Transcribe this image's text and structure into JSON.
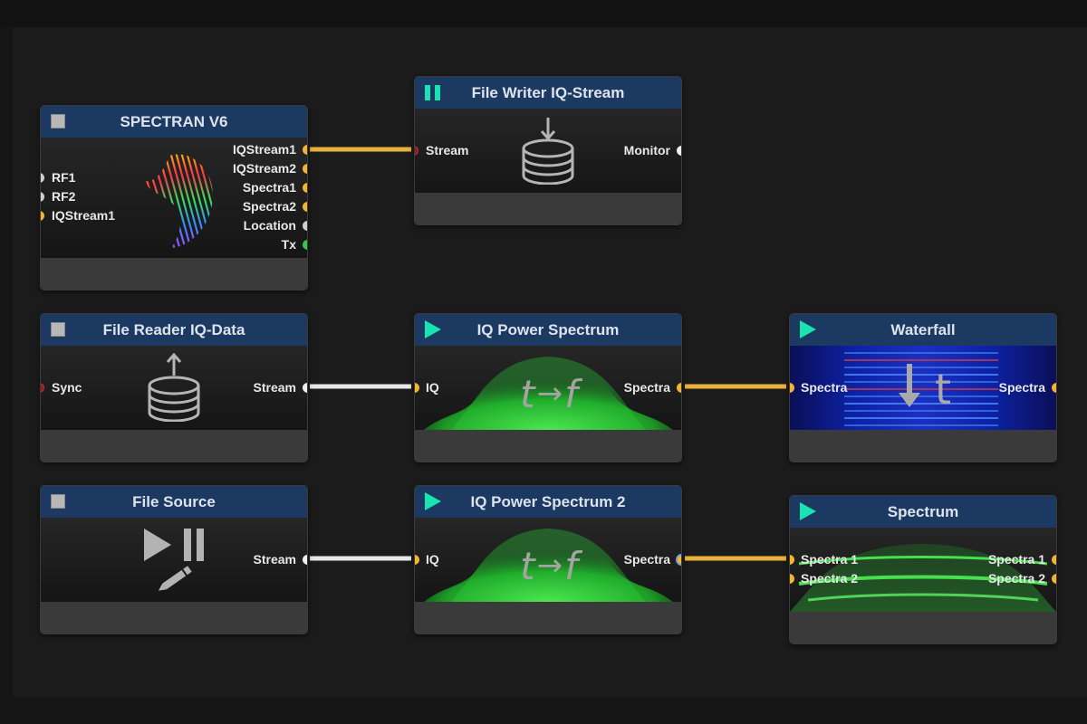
{
  "colors": {
    "header": "#1c3961",
    "play": "#19e3b0",
    "wire_yellow": "#e9b13b",
    "wire_white": "#e8e8e8",
    "port_yellow": "#f2b531",
    "port_green": "#38c648",
    "port_red": "#8c1f1f"
  },
  "nodes": {
    "spectran": {
      "title": "SPECTRAN V6",
      "control": "stop-icon",
      "inputs": [
        "RF1",
        "RF2",
        "IQStream1"
      ],
      "outputs": [
        "IQStream1",
        "IQStream2",
        "Spectra1",
        "Spectra2",
        "Location",
        "Tx"
      ]
    },
    "file_writer": {
      "title": "File Writer IQ-Stream",
      "control": "pause-icon",
      "inputs": [
        "Stream"
      ],
      "outputs": [
        "Monitor"
      ]
    },
    "file_reader": {
      "title": "File Reader IQ-Data",
      "control": "stop-icon",
      "inputs": [
        "Sync"
      ],
      "outputs": [
        "Stream"
      ]
    },
    "iq_power_spectrum": {
      "title": "IQ Power Spectrum",
      "control": "play-icon",
      "inputs": [
        "IQ"
      ],
      "outputs": [
        "Spectra"
      ]
    },
    "waterfall": {
      "title": "Waterfall",
      "control": "play-icon",
      "inputs": [
        "Spectra"
      ],
      "outputs": [
        "Spectra"
      ]
    },
    "file_source": {
      "title": "File Source",
      "control": "stop-icon",
      "inputs": [],
      "outputs": [
        "Stream"
      ]
    },
    "iq_power_spectrum_2": {
      "title": "IQ Power Spectrum 2",
      "control": "play-icon",
      "inputs": [
        "IQ"
      ],
      "outputs": [
        "Spectra"
      ]
    },
    "spectrum": {
      "title": "Spectrum",
      "control": "play-icon",
      "inputs": [
        "Spectra 1",
        "Spectra 2"
      ],
      "outputs": [
        "Spectra 1",
        "Spectra 2"
      ]
    }
  },
  "connections": [
    {
      "from": "SPECTRAN V6.IQStream1",
      "to": "File Writer IQ-Stream.Stream",
      "color": "yellow"
    },
    {
      "from": "File Reader IQ-Data.Stream",
      "to": "IQ Power Spectrum.IQ",
      "color": "white"
    },
    {
      "from": "IQ Power Spectrum.Spectra",
      "to": "Waterfall.Spectra",
      "color": "yellow"
    },
    {
      "from": "File Source.Stream",
      "to": "IQ Power Spectrum 2.IQ",
      "color": "white"
    },
    {
      "from": "IQ Power Spectrum 2.Spectra",
      "to": "Spectrum.Spectra 1",
      "color": "yellow"
    }
  ],
  "icons": {
    "spectran": "rainbow-logo-icon",
    "file_writer": "disk-write-icon",
    "file_reader": "disk-read-icon",
    "iq_power": "time-to-frequency-icon",
    "waterfall": "waterfall-time-icon",
    "file_source": "play-pause-edit-icon",
    "spectrum": "spectrum-display-icon"
  },
  "transform_text": {
    "t": "t",
    "arrow": "→",
    "f": "f"
  }
}
